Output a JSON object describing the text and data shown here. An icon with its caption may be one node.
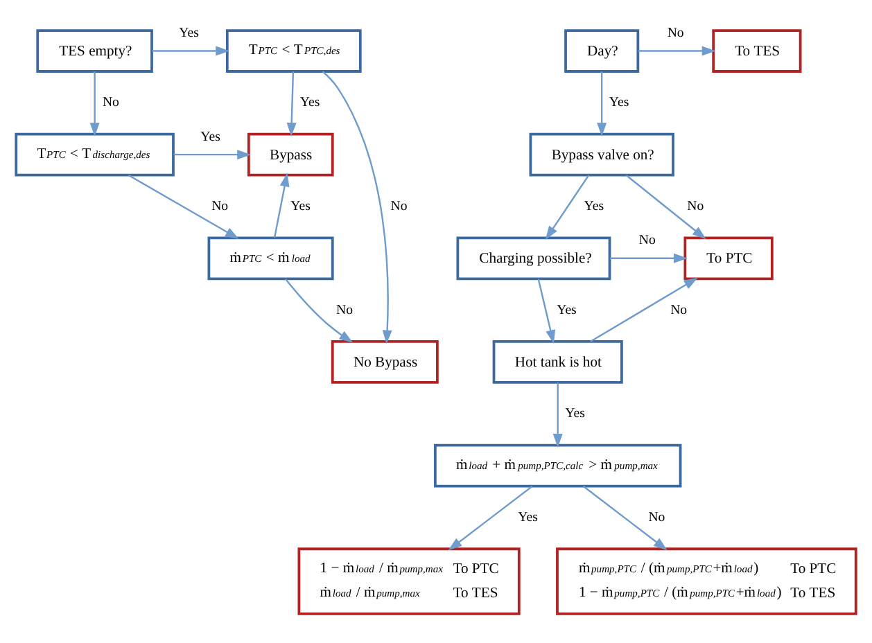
{
  "diagram": {
    "nodes": [
      {
        "text": [
          "TES empty?"
        ]
      },
      {
        "text": [
          "T$_{PTC}$ < T$_{PTC,des}$"
        ]
      },
      {
        "text": [
          "T$_{PTC}$ < T$_{discharge,des}$"
        ]
      },
      {
        "text": [
          "Bypass"
        ]
      },
      {
        "text": [
          "ṁ$_{PTC}$ < ṁ$_{load}$"
        ]
      },
      {
        "text": [
          "No Bypass"
        ]
      },
      {
        "text": [
          "Day?"
        ]
      },
      {
        "text": [
          "To TES"
        ]
      },
      {
        "text": [
          "Bypass valve on?"
        ]
      },
      {
        "text": [
          "Charging possible?"
        ]
      },
      {
        "text": [
          "To PTC"
        ]
      },
      {
        "text": [
          "Hot tank is hot"
        ]
      },
      {
        "text": [
          "ṁ$_{load}$ + ṁ$_{pump,PTC,calc}$ > ṁ$_{pump,max}$"
        ]
      },
      {
        "text": [
          "1 − ṁ$_{load}$ / ṁ$_{pump,max}$",
          "To PTC",
          "ṁ$_{load}$ / ṁ$_{pump,max}$",
          "To TES"
        ]
      },
      {
        "text": [
          "ṁ$_{pump,PTC}$ / (ṁ$_{pump,PTC}$+ṁ$_{load}$)",
          "To PTC",
          "1 − ṁ$_{pump,PTC}$ / (ṁ$_{pump,PTC}$+ṁ$_{load}$)",
          "To TES"
        ]
      }
    ],
    "edges": [
      {
        "from": 0,
        "to": 1,
        "arrow": "to",
        "label": "Yes"
      },
      {
        "from": 0,
        "to": 2,
        "arrow": "to",
        "label": "No"
      },
      {
        "from": 1,
        "to": 3,
        "arrow": "to",
        "label": "Yes"
      },
      {
        "from": 1,
        "to": 5,
        "arrow": "to",
        "label": "No"
      },
      {
        "from": 2,
        "to": 3,
        "arrow": "to",
        "label": "Yes"
      },
      {
        "from": 2,
        "to": 4,
        "arrow": "to",
        "label": "No"
      },
      {
        "from": 4,
        "to": 3,
        "arrow": "to",
        "label": "Yes"
      },
      {
        "from": 4,
        "to": 5,
        "arrow": "to",
        "label": "No"
      },
      {
        "from": 6,
        "to": 7,
        "arrow": "to",
        "label": "No"
      },
      {
        "from": 6,
        "to": 8,
        "arrow": "to",
        "label": "Yes"
      },
      {
        "from": 8,
        "to": 10,
        "arrow": "to",
        "label": "No"
      },
      {
        "from": 8,
        "to": 9,
        "arrow": "to",
        "label": "Yes"
      },
      {
        "from": 9,
        "to": 10,
        "arrow": "to",
        "label": "No"
      },
      {
        "from": 9,
        "to": 11,
        "arrow": "to",
        "label": "Yes"
      },
      {
        "from": 11,
        "to": 10,
        "arrow": "to",
        "label": "No"
      },
      {
        "from": 11,
        "to": 12,
        "arrow": "to",
        "label": "Yes"
      },
      {
        "from": 12,
        "to": 13,
        "arrow": "to",
        "label": "Yes"
      },
      {
        "from": 12,
        "to": 14,
        "arrow": "to",
        "label": "No"
      }
    ]
  }
}
